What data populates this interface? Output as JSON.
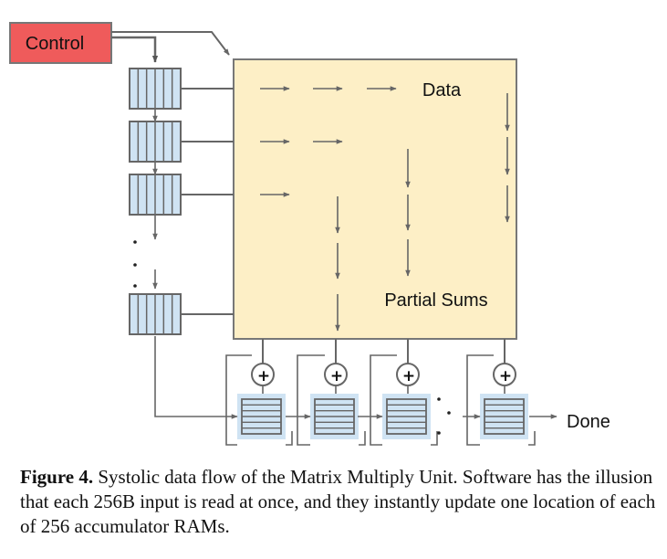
{
  "diagram": {
    "control_label": "Control",
    "data_label": "Data",
    "partial_sums_label": "Partial Sums",
    "done_label": "Done",
    "plus_symbol": "+"
  },
  "caption": {
    "figure_label": "Figure 4.",
    "text": " Systolic data flow of the Matrix Multiply Unit. Software has the illusion that each 256B input is read at once, and they instantly update one location of each of 256 accumulator RAMs."
  },
  "colors": {
    "control_fill": "#ef5b5b",
    "matrix_fill": "#fdefc6",
    "fifo_fill": "#cfe3f3",
    "line": "#666666"
  }
}
